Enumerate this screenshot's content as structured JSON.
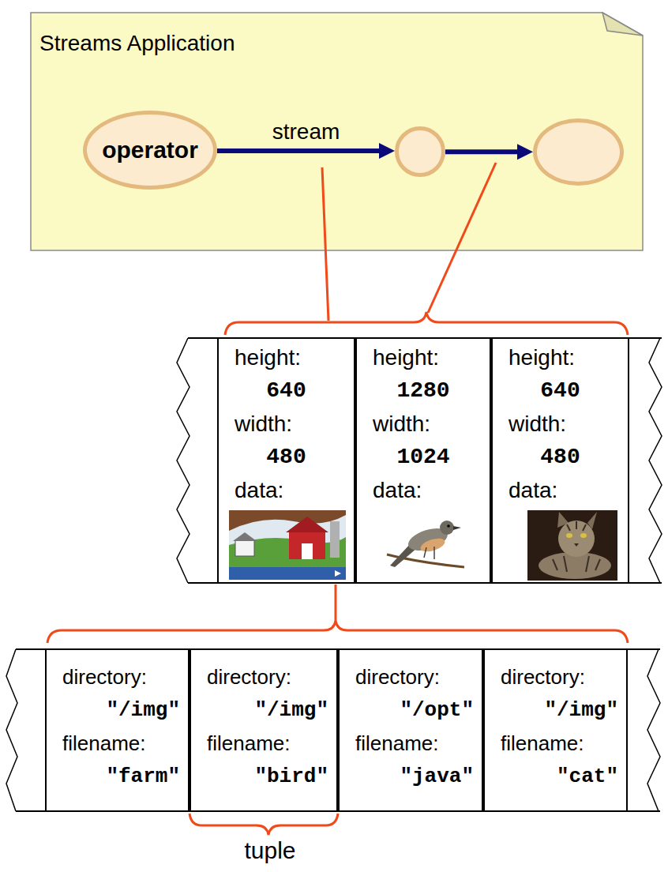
{
  "diagram": {
    "nodes": [
      {
        "text": [
          "Streams Application"
        ]
      },
      {
        "text": [
          "operator"
        ],
        "in": 0
      },
      {
        "text": [],
        "in": 0
      },
      {
        "text": [],
        "in": 0
      },
      {
        "text": [
          "height:",
          "640",
          "width:",
          "480",
          "data:"
        ]
      },
      {
        "text": [
          "height:",
          "1280",
          "width:",
          "1024",
          "data:"
        ]
      },
      {
        "text": [
          "height:",
          "640",
          "width:",
          "480",
          "data:"
        ]
      },
      {
        "text": [
          "directory:",
          "\"/img\"",
          "filename:",
          "\"farm\""
        ]
      },
      {
        "text": [
          "directory:",
          "\"/img\"",
          "filename:",
          "\"bird\""
        ]
      },
      {
        "text": [
          "directory:",
          "\"/opt\"",
          "filename:",
          "\"java\""
        ]
      },
      {
        "text": [
          "directory:",
          "\"/img\"",
          "filename:",
          "\"cat\""
        ]
      }
    ],
    "edges": [
      {
        "from": 1,
        "to": 2,
        "label": "stream",
        "arrow": "to"
      },
      {
        "from": 2,
        "to": 3,
        "arrow": "to"
      }
    ],
    "labels": [
      "tuple"
    ]
  }
}
